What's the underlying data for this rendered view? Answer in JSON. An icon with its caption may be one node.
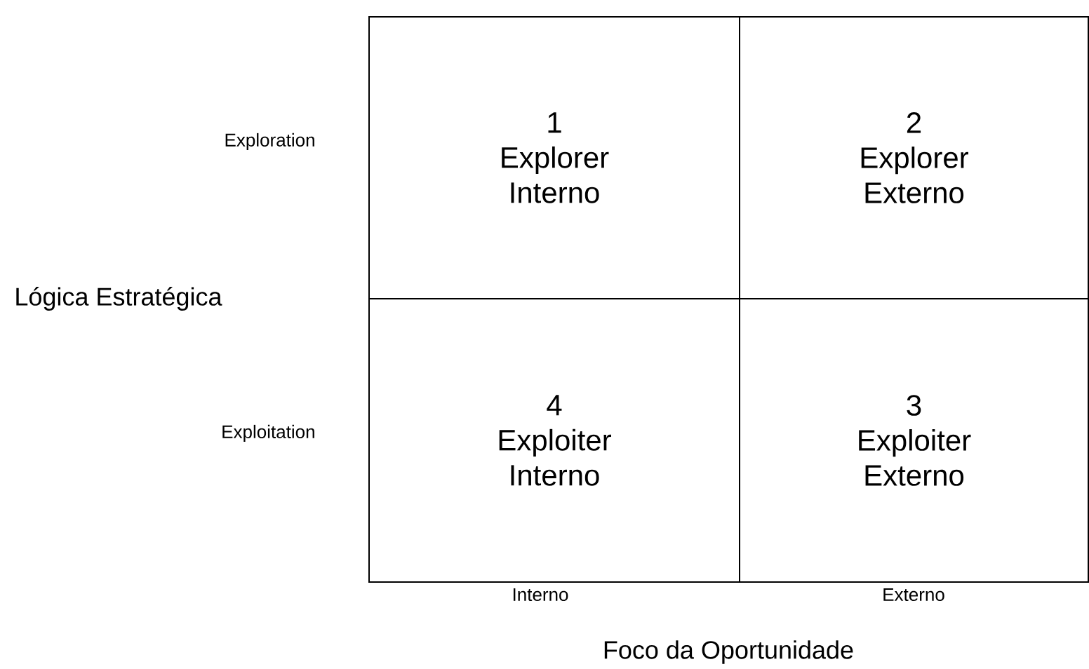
{
  "diagram": {
    "nodes": [
      {
        "text": [
          "1",
          "Explorer Interno"
        ]
      },
      {
        "text": [
          "2",
          "Explorer Externo"
        ]
      },
      {
        "text": [
          "4",
          "Exploiter Interno"
        ]
      },
      {
        "text": [
          "3",
          "Exploiter Externo"
        ]
      }
    ],
    "labels": [
      "Exploration",
      "Lógica Estratégica",
      "Exploitation",
      "Interno",
      "Externo",
      "Foco da Oportunidade"
    ]
  }
}
